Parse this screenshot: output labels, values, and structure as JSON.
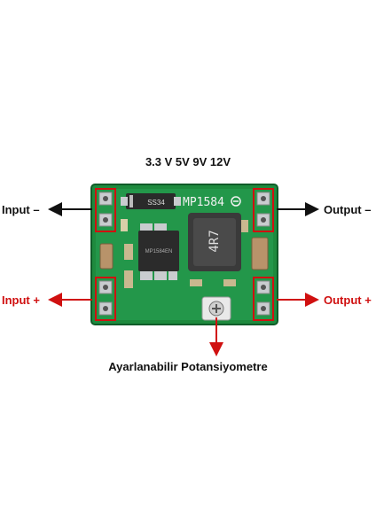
{
  "labels": {
    "voltages": "3.3 V 5V 9V 12V",
    "input_negative": "Input –",
    "input_positive": "Input +",
    "output_negative": "Output –",
    "output_positive": "Output +",
    "potentiometer": "Ayarlanabilir Potansiyometre"
  },
  "board_markings": {
    "chip_name": "MP1584",
    "inductor": "4R7",
    "diode": "SS34",
    "ic_text": "MP1584EN"
  },
  "colors": {
    "pcb_green": "#1e8a3e",
    "negative_arrow": "#111111",
    "positive_arrow": "#d01010",
    "pad_outline": "#d01010"
  }
}
